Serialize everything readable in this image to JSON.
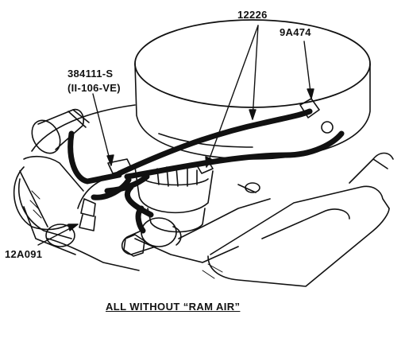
{
  "labels": {
    "part_12226": "12226",
    "part_9a474": "9A474",
    "part_384111s": "384111-S",
    "part_384111s_sub": "(II-106-VE)",
    "part_12a091": "12A091"
  },
  "caption": "ALL WITHOUT “RAM AIR”",
  "colors": {
    "ink": "#111111",
    "paper": "#ffffff"
  }
}
